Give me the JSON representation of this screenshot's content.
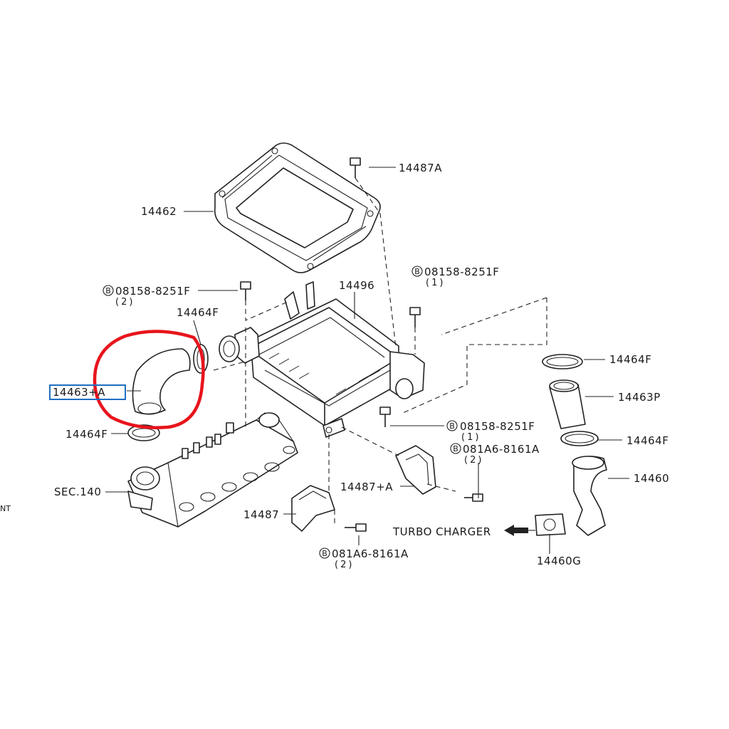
{
  "colors": {
    "line": "#222222",
    "highlight_circle": "#e8141c",
    "highlight_box": "#1f6fc0"
  },
  "labels": {
    "p14487A": "14487A",
    "p14462": "14462",
    "p14496": "14496",
    "bolt_left": "08158-8251F",
    "bolt_left_qty": "(2)",
    "bolt_top_right": "08158-8251F",
    "bolt_top_right_qty": "(1)",
    "clamp_upper_left": "14464F",
    "hose_highlighted": "14463+A",
    "clamp_lower_left": "14464F",
    "sec140": "SEC.140",
    "clamp_right_upper": "14464F",
    "hose_right": "14463P",
    "clamp_right_lower": "14464F",
    "tube_right": "14460",
    "bolt_center": "08158-8251F",
    "bolt_center_qty": "(1)",
    "bolt_bracket_right": "081A6-8161A",
    "bolt_bracket_right_qty": "(2)",
    "bracket_center": "14487+A",
    "bracket_left": "14487",
    "bolt_bottom": "081A6-8161A",
    "bolt_bottom_qty": "(2)",
    "turbo": "TURBO CHARGER",
    "gasket": "14460G",
    "edge_fragment": "NT"
  },
  "icons": {
    "bolt_marker": "circled-b-icon",
    "arrow": "arrow-left-icon"
  },
  "bolt_marker_letter": "B"
}
